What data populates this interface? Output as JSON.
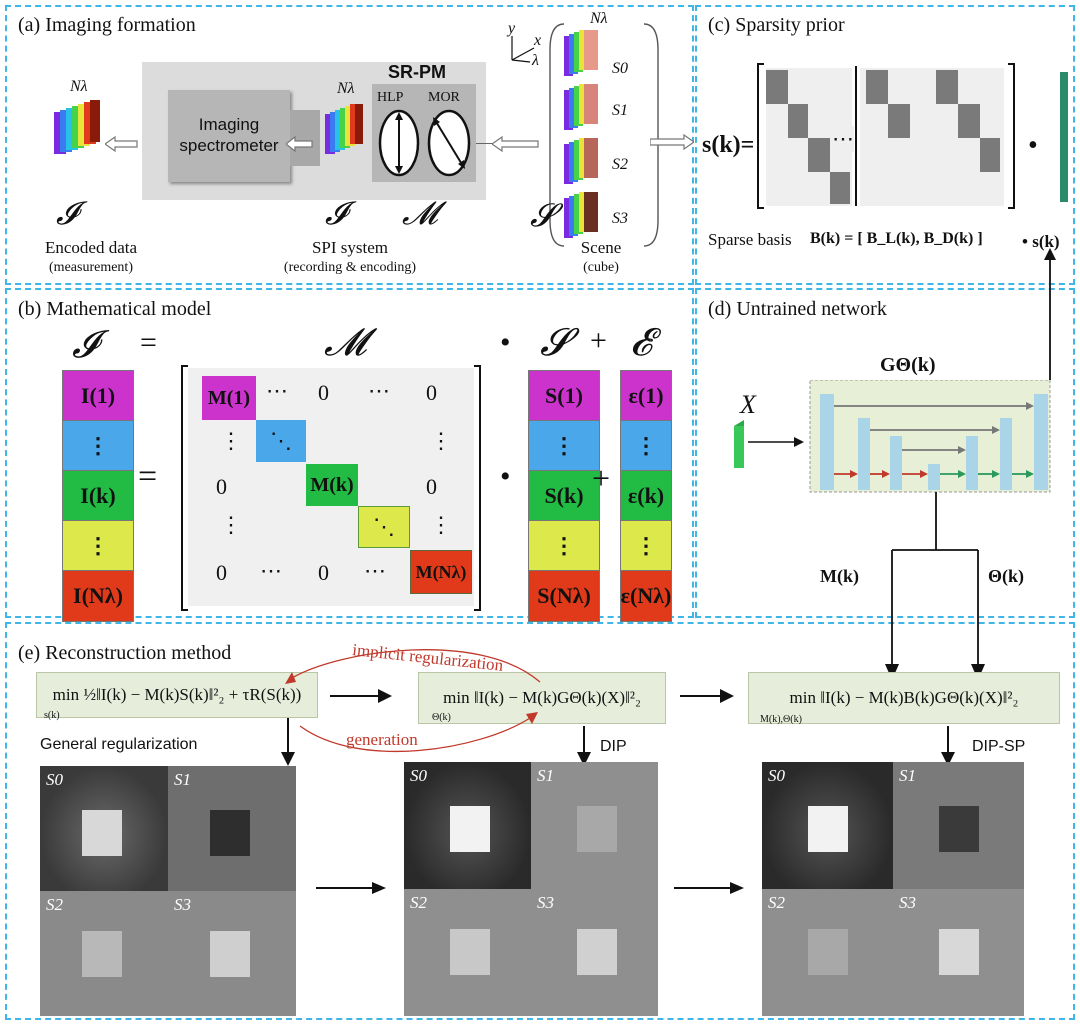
{
  "panels": {
    "a": {
      "title": "(a) Imaging formation",
      "n_lambda": "Nλ",
      "srpm_label": "SR-PM",
      "hlp": "HLP",
      "mor": "MOR",
      "spectrometer": "Imaging spectrometer",
      "axes": {
        "y": "y",
        "x": "x",
        "lambda": "λ"
      },
      "stokes": [
        "S0",
        "S1",
        "S2",
        "S3"
      ],
      "sym_I": "𝓘",
      "sym_M": "𝓜",
      "sym_S": "𝓢",
      "encoded_data": "Encoded data",
      "measurement": "(measurement)",
      "spi_system": "SPI system",
      "recording": "(recording & encoding)",
      "scene": "Scene",
      "cube": "(cube)"
    },
    "b": {
      "title": "(b) Mathematical model",
      "top_I": "𝓘",
      "top_eq": "=",
      "top_M": "𝓜",
      "top_dot": "•",
      "top_S": "𝓢",
      "top_plus": "+",
      "top_E": "𝓔",
      "I_vec": [
        "I(1)",
        "⋮",
        "I(k)",
        "⋮",
        "I(Nλ)"
      ],
      "S_vec": [
        "S(1)",
        "⋮",
        "S(k)",
        "⋮",
        "S(Nλ)"
      ],
      "E_vec": [
        "ε(1)",
        "⋮",
        "ε(k)",
        "⋮",
        "ε(Nλ)"
      ],
      "vec_colors": [
        "#cc33cc",
        "#4aa8ea",
        "#22bb44",
        "#dde84a",
        "#e03a1a"
      ],
      "matrix": {
        "m1": "M(1)",
        "mk": "M(k)",
        "mN": "M(Nλ)",
        "dots_h": "⋯",
        "dots_v": "⋮",
        "dots_d": "⋱",
        "zero": "0"
      },
      "eq": "=",
      "dot": "•",
      "plus": "+"
    },
    "c": {
      "title": "(c) Sparsity prior",
      "s_k": "s(k)=",
      "ellipsis": "⋯",
      "bullet": "•",
      "sparse_basis": "Sparse basis",
      "basis_eq": "B(k) = [ B_L(k), B_D(k) ]",
      "s_k_small": "• s(k)"
    },
    "d": {
      "title": "(d) Untrained network",
      "x_label": "X",
      "g_label": "GΘ(k)",
      "m_label": "M(k)",
      "theta_label": "Θ(k)"
    },
    "e": {
      "title": "(e) Reconstruction method",
      "eq1": "min ½‖I(k) − M(k)S(k)‖²₂ + τR(S(k))",
      "eq1_sub": "s(k)",
      "eq2": "min ‖I(k) − M(k)GΘ(k)(X)‖²₂",
      "eq2_sub": "Θ(k)",
      "eq3": "min ‖I(k) − M(k)B(k)GΘ(k)(X)‖²₂",
      "eq3_sub": "M(k),Θ(k)",
      "implicit": "implicit regularization",
      "generation": "generation",
      "general_reg": "General regularization",
      "dip": "DIP",
      "dipsp": "DIP-SP",
      "tile_labels": [
        "S0",
        "S1",
        "S2",
        "S3"
      ]
    }
  },
  "colors": {
    "panel_border": "#3fb6e6",
    "eq_bg": "#e6eedb",
    "red_arrow": "#c0392b",
    "net_bar": "#aad4e8",
    "net_bg": "#e7efd7"
  }
}
